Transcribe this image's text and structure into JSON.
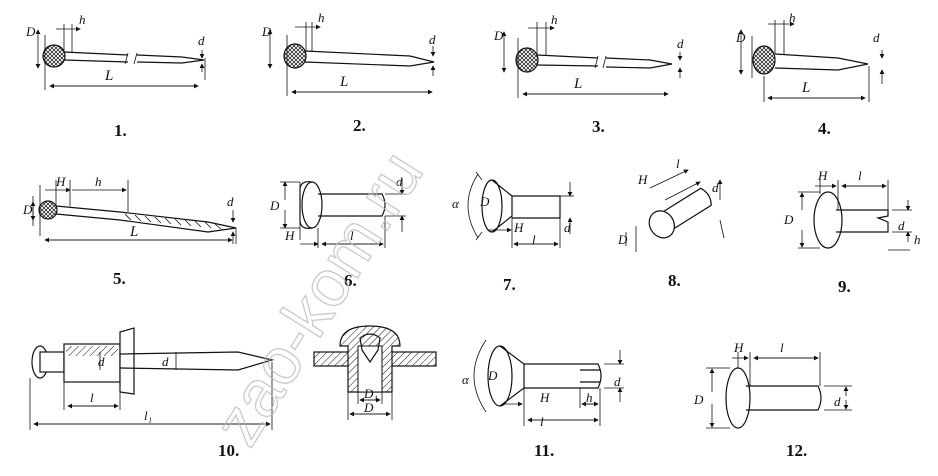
{
  "figure": {
    "labels": {
      "f1": "1.",
      "f2": "2.",
      "f3": "3.",
      "f4": "4.",
      "f5": "5.",
      "f6": "6.",
      "f7": "7.",
      "f8": "8.",
      "f9": "9.",
      "f10": "10.",
      "f11": "11.",
      "f12": "12."
    },
    "dimensions": {
      "D": "D",
      "h": "h",
      "d": "d",
      "L": "L",
      "H": "H",
      "l": "l",
      "l1": "l₁",
      "D1": "D₁",
      "alpha": "α"
    },
    "watermark": "zao-kom.ru"
  }
}
